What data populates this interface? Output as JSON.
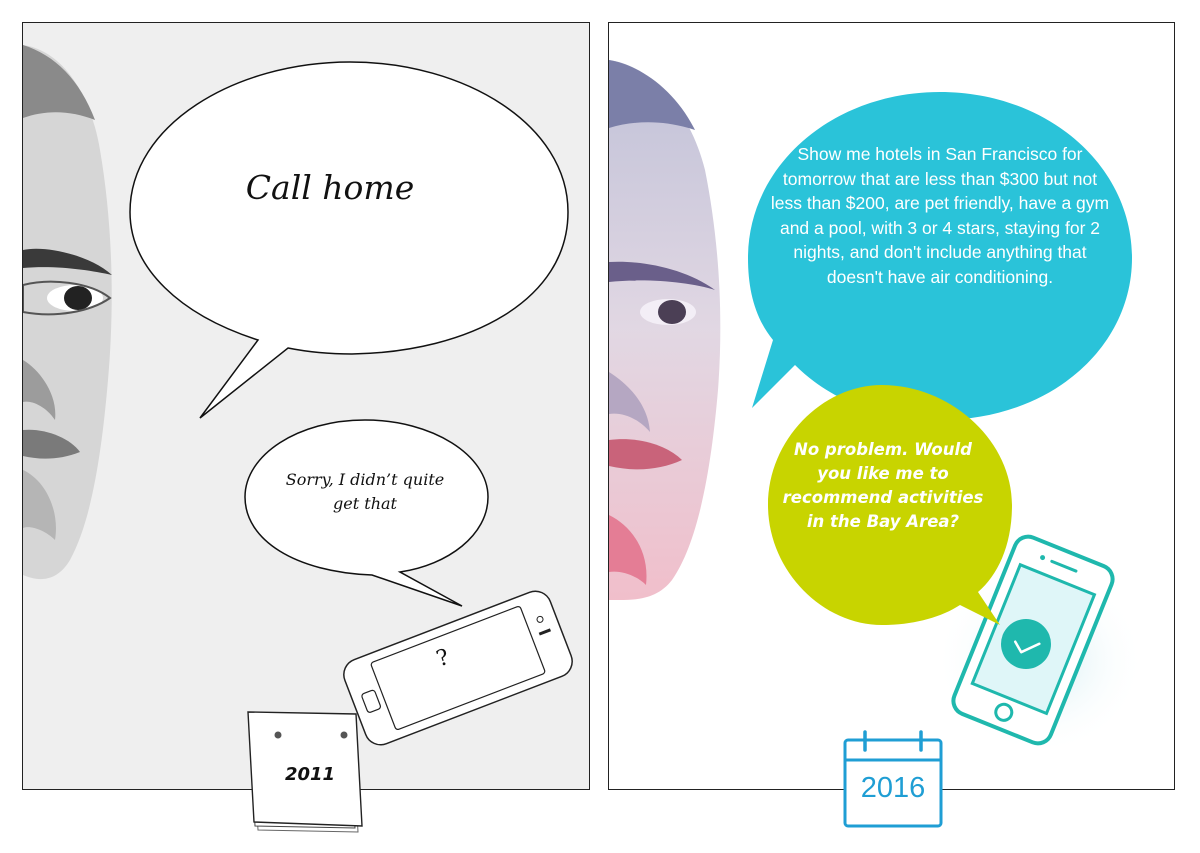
{
  "left_panel": {
    "user_speech": "Call home",
    "assistant_speech": "Sorry, I didn’t quite get that",
    "phone_screen_glyph": "?",
    "calendar_year": "2011"
  },
  "right_panel": {
    "user_speech": "Show me hotels in San Francisco for tomorrow that are less than $300 but not less than $200, are pet friendly, have a gym and a pool, with 3 or 4 stars, staying for 2 nights, and don't include anything that doesn't have air conditioning.",
    "assistant_speech": "No problem. Would you like me to recommend activities in the Bay Area?",
    "phone_screen_icon": "checkmark-icon",
    "calendar_year": "2016"
  },
  "colors": {
    "left_panel_bg": "#efefef",
    "user_bubble_right": "#2ac3d9",
    "assistant_bubble_right": "#c8d400",
    "phone_outline_right": "#1fb8ad",
    "calendar_right": "#1f9ed4"
  }
}
